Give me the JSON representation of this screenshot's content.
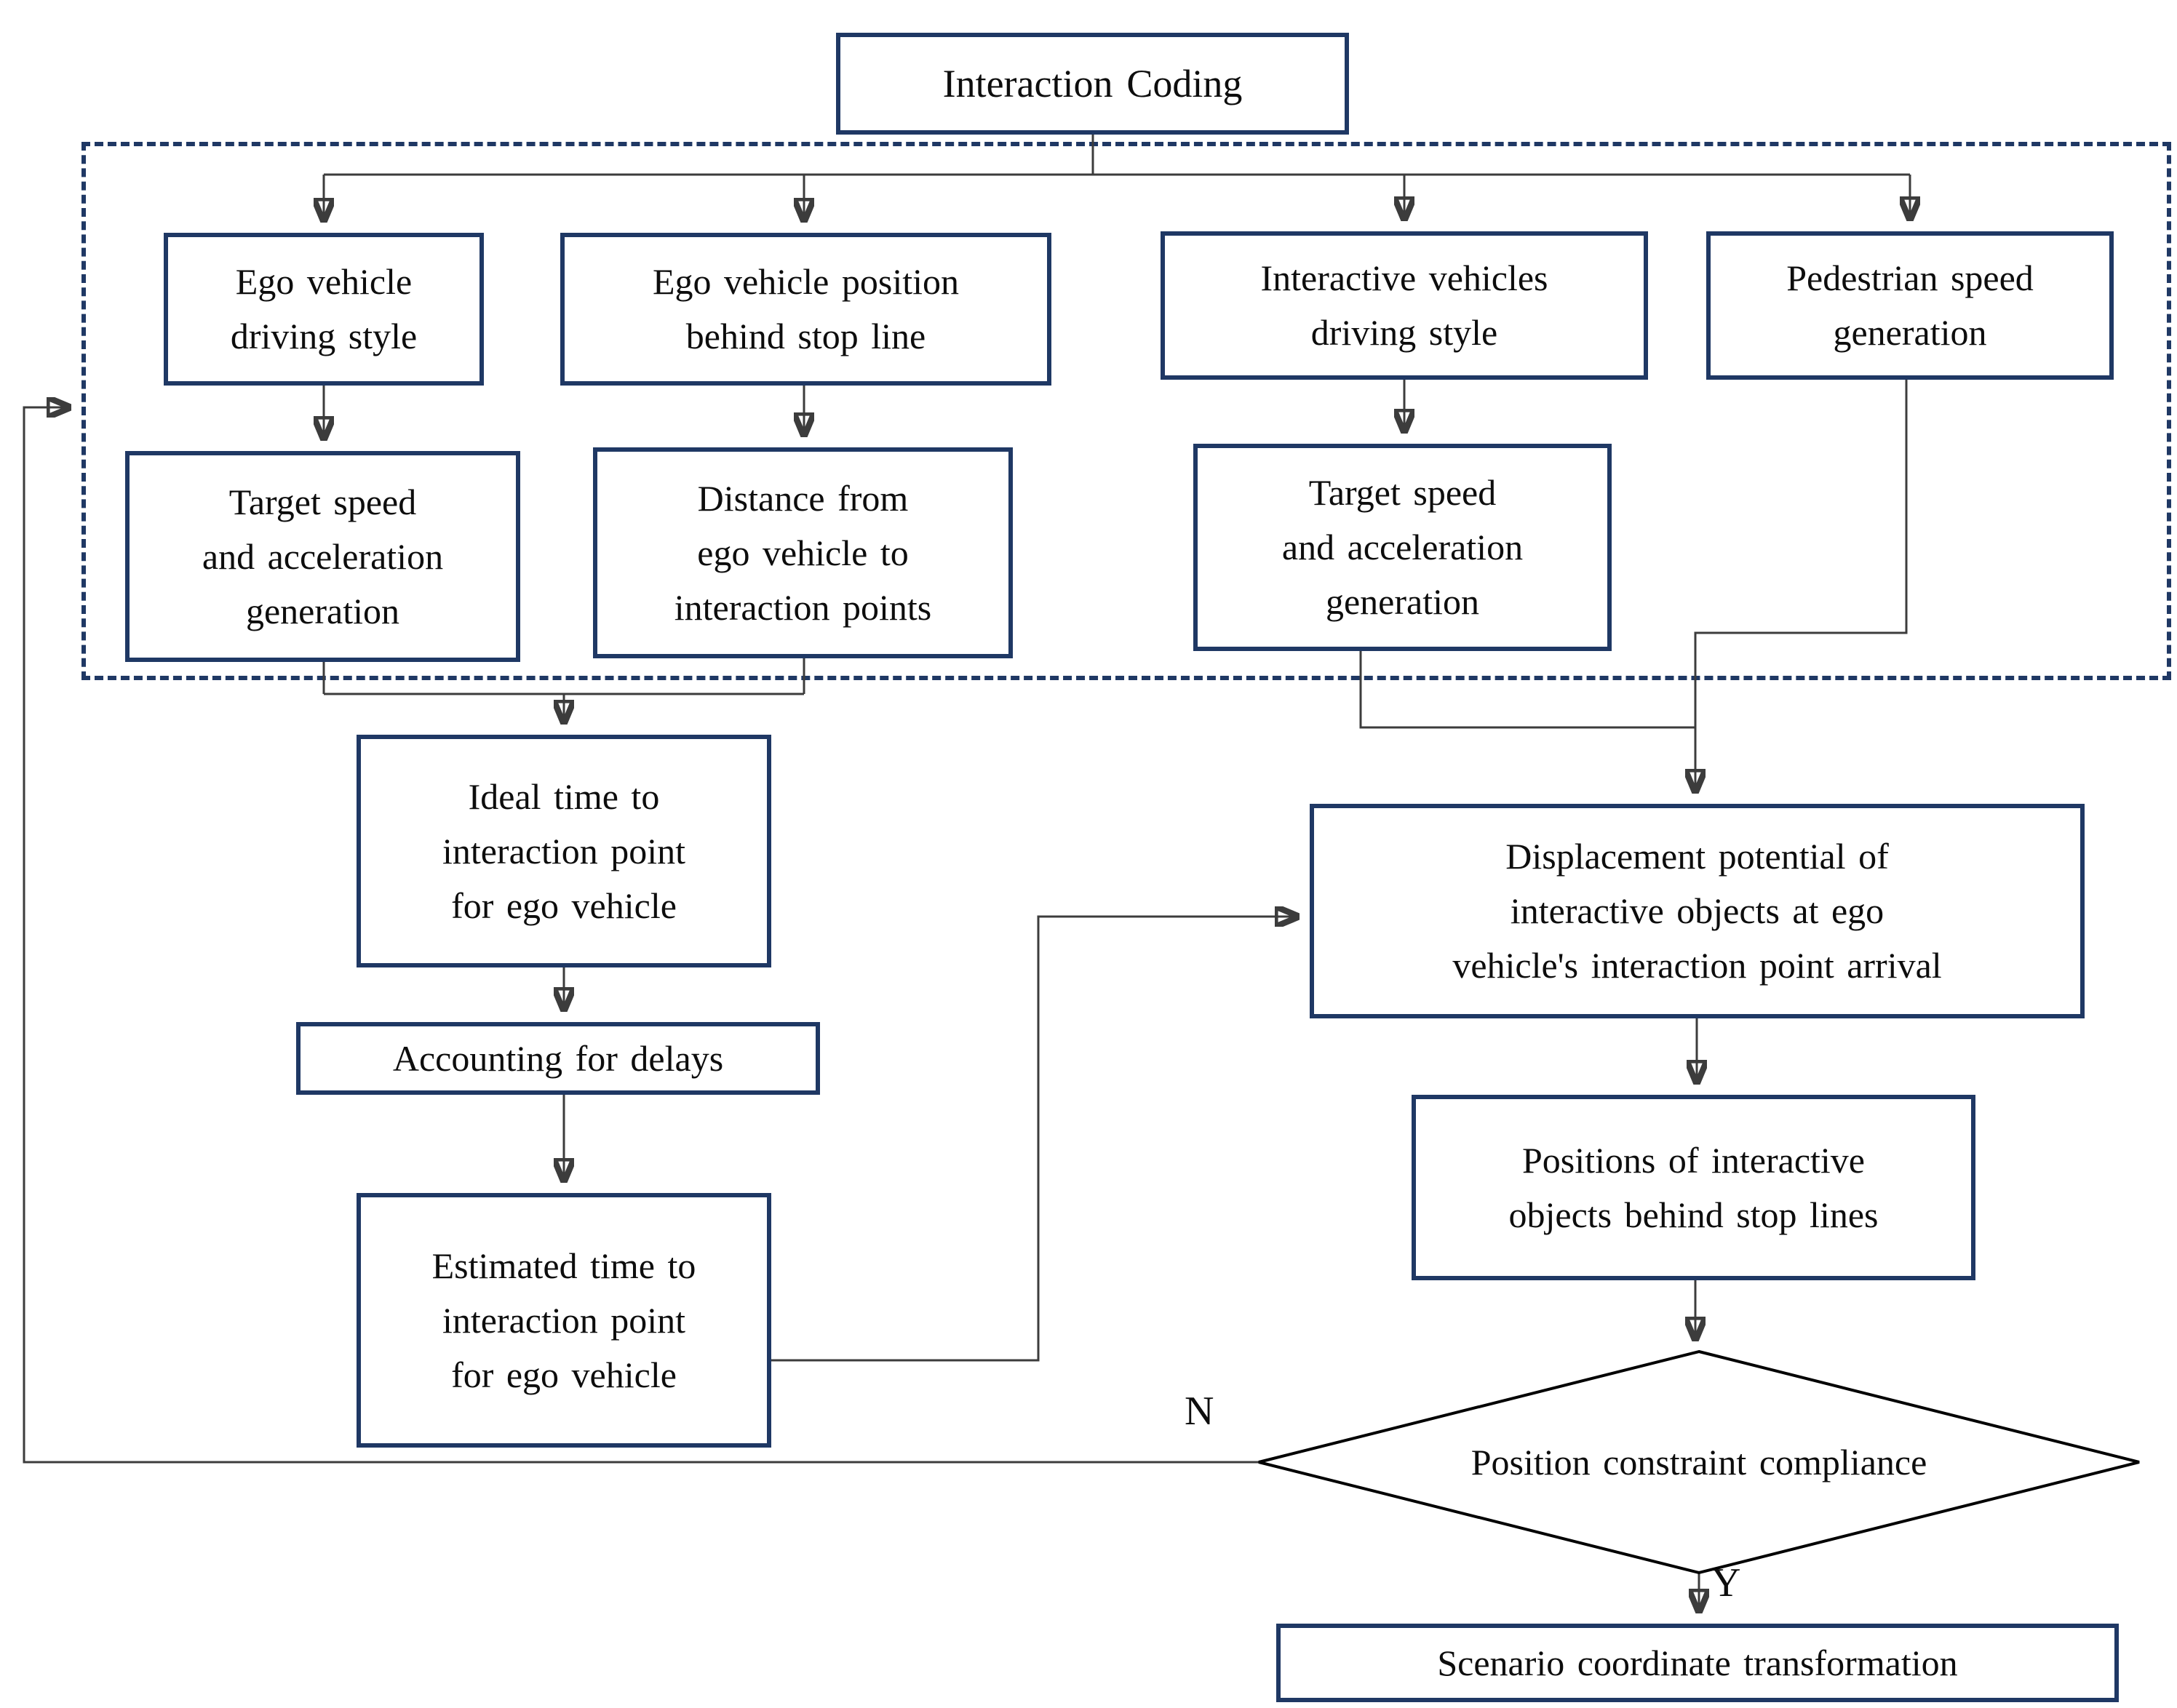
{
  "diagram": {
    "nodes": {
      "interaction_coding": {
        "label": "Interaction Coding"
      },
      "ego_driving_style": {
        "label": "Ego vehicle\ndriving style"
      },
      "ego_position": {
        "label": "Ego vehicle position\nbehind stop line"
      },
      "interactive_driving_style": {
        "label": "Interactive vehicles\ndriving style"
      },
      "pedestrian_speed": {
        "label": "Pedestrian speed\ngeneration"
      },
      "target_speed_ego": {
        "label": "Target speed\nand acceleration\ngeneration"
      },
      "distance_ego": {
        "label": "Distance from\nego vehicle to\ninteraction points"
      },
      "target_speed_interactive": {
        "label": "Target speed\nand acceleration\ngeneration"
      },
      "ideal_time": {
        "label": "Ideal time to\ninteraction point\nfor ego vehicle"
      },
      "accounting_delays": {
        "label": "Accounting for delays"
      },
      "estimated_time": {
        "label": "Estimated time to\ninteraction point\nfor ego vehicle"
      },
      "displacement_potential": {
        "label": "Displacement potential of\ninteractive objects at ego\nvehicle's interaction point arrival"
      },
      "positions_interactive": {
        "label": "Positions of interactive\nobjects behind stop lines"
      },
      "position_constraint": {
        "label": "Position constraint compliance"
      },
      "scenario_transform": {
        "label": "Scenario coordinate transformation"
      }
    },
    "edge_labels": {
      "no": "N",
      "yes": "Y"
    },
    "colors": {
      "box_border": "#1f3864",
      "dashed_border": "#1f3864",
      "diamond_border": "#000000",
      "connector": "#3c3c3c",
      "text": "#0d0d0d",
      "background": "#ffffff"
    }
  }
}
